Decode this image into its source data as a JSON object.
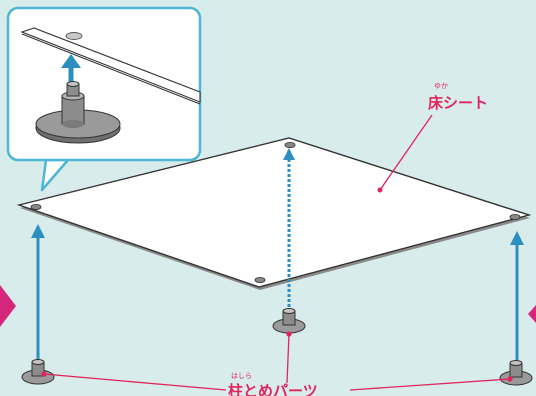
{
  "labels": {
    "floor_sheet": "床シート",
    "floor_sheet_ruby": "ゆか",
    "pillar_parts": "柱とめパーツ",
    "pillar_parts_ruby": "はしら"
  },
  "colors": {
    "background": "#d9ecec",
    "inset_border": "#4fb6d6",
    "arrow_blue": "#2d8fbf",
    "label_pink": "#e0245e",
    "side_marker": "#d6287a"
  }
}
